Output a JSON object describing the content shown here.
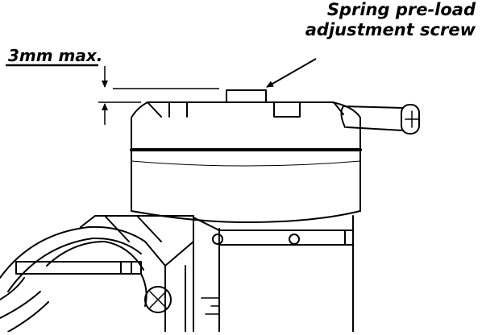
{
  "annotations": {
    "screw_label_line1": "Spring pre-load",
    "screw_label_line2": "adjustment screw",
    "clearance_label": "3mm max."
  },
  "colors": {
    "ink": "#000000",
    "paper": "#ffffff"
  }
}
